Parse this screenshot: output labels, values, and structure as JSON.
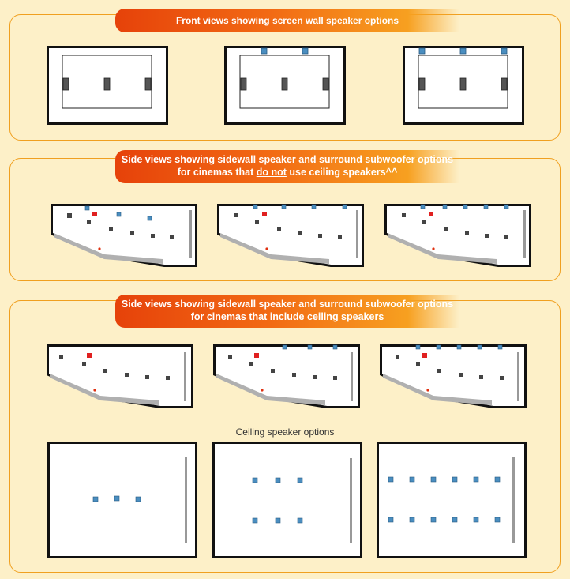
{
  "colors": {
    "background": "#fdf0c8",
    "border": "#f0a020",
    "banner_start": "#e6420a",
    "banner_end": "#f7a020",
    "speaker_gray": "#555555",
    "speaker_blue": "#4a8ec0",
    "subwoofer_red": "#e02020",
    "screen_gray": "#999999"
  },
  "sections": {
    "front": {
      "title": "Front views showing screen wall speaker options"
    },
    "side_no_ceiling": {
      "title_line1": "Side views showing sidewall speaker and surround subwoofer options",
      "title_line2_pre": "for cinemas that ",
      "title_line2_emph": "do not",
      "title_line2_post": " use ceiling speakers^^"
    },
    "side_ceiling": {
      "title_line1": "Side views showing sidewall speaker and surround subwoofer options",
      "title_line2_pre": "for cinemas that ",
      "title_line2_emph": "include",
      "title_line2_post": " ceiling speakers",
      "ceiling_caption": "Ceiling speaker options"
    }
  },
  "icons": {
    "wall_speaker": "gray-rectangle",
    "top_speaker": "blue-square",
    "subwoofer": "red-square"
  }
}
